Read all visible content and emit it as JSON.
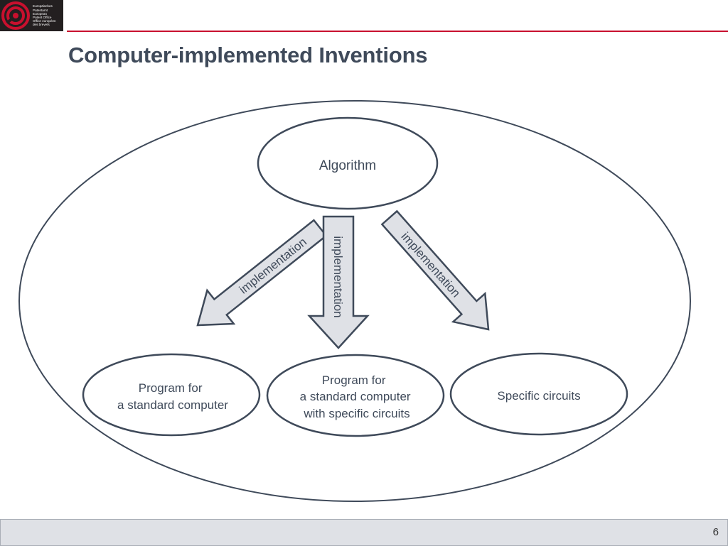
{
  "header": {
    "logo_lines": "Europäisches\nPatentamt\nEuropean\nPatent Office\nOffice européen\ndes brevets",
    "title": "Computer-implemented Inventions"
  },
  "diagram": {
    "root": "Algorithm",
    "arrow_label": "implementation",
    "nodes": [
      {
        "lines": [
          "Program for",
          "a standard computer"
        ]
      },
      {
        "lines": [
          "Program for",
          "a standard computer",
          "with specific circuits"
        ]
      },
      {
        "lines": [
          "Specific circuits"
        ]
      }
    ]
  },
  "footer": {
    "page_number": "6"
  },
  "colors": {
    "stroke": "#3f4a5a",
    "arrow_fill": "#dfe1e6",
    "accent_rule": "#c8102e"
  }
}
